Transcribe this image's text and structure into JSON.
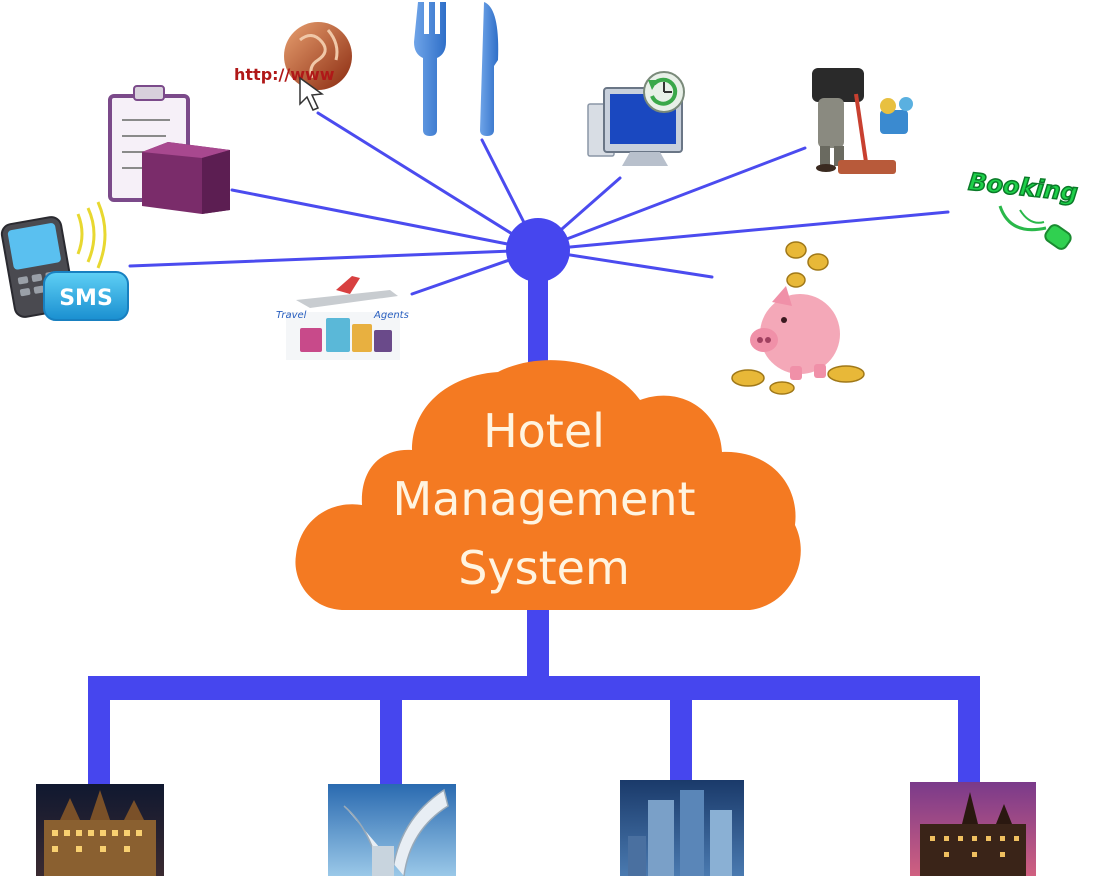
{
  "center_label": {
    "line1": "Hotel",
    "line2": "Management",
    "line3": "System"
  },
  "satellites": {
    "http": "http://www",
    "sms": "SMS",
    "booking": "Booking",
    "travel_agents_left": "Travel",
    "travel_agents_right": "Agents"
  },
  "colors": {
    "connector": "#4b4bef",
    "hub": "#4646ee",
    "cloud": "#f47a22",
    "cloud_text": "#fff4e0"
  }
}
